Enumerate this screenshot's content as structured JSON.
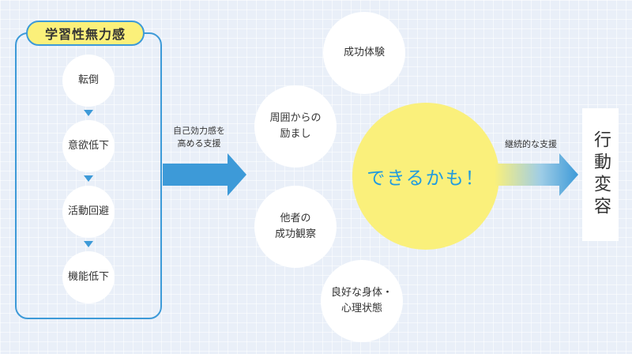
{
  "panel": {
    "title": "学習性無力感",
    "steps": [
      "転倒",
      "意欲低下",
      "活動回避",
      "機能低下"
    ]
  },
  "arrow1": {
    "label_line1": "自己効力感を",
    "label_line2": "高める支援"
  },
  "factors": {
    "success": "成功体験",
    "encourage_line1": "周囲からの",
    "encourage_line2": "励まし",
    "observe_line1": "他者の",
    "observe_line2": "成功観察",
    "health_line1": "良好な身体・",
    "health_line2": "心理状態"
  },
  "center": {
    "text": "できるかも！"
  },
  "arrow2": {
    "label": "継続的な支援"
  },
  "result": {
    "text": "行動変容"
  },
  "colors": {
    "blue": "#3d9ad8",
    "yellow": "#faf07b",
    "text_blue": "#1f9be0"
  }
}
